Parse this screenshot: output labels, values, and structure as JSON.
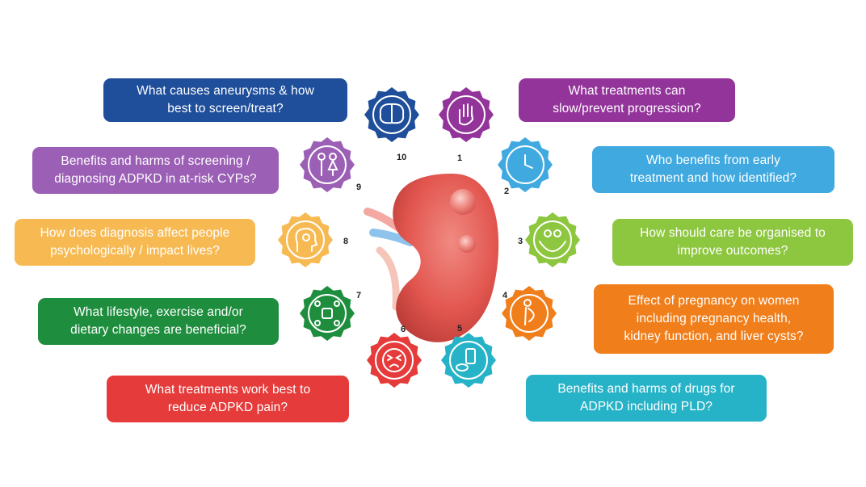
{
  "questions": [
    {
      "n": "1",
      "lines": [
        "What treatments can",
        "slow/prevent progression?"
      ],
      "color": "#93349A",
      "icon": "stop-hand-icon"
    },
    {
      "n": "2",
      "lines": [
        "Who benefits from early",
        "treatment and how identified?"
      ],
      "color": "#3FA9E0",
      "icon": "clock-icon"
    },
    {
      "n": "3",
      "lines": [
        "How should care be organised to",
        "improve outcomes?"
      ],
      "color": "#8DC63F",
      "icon": "care-hands-icon"
    },
    {
      "n": "4",
      "lines": [
        "Effect of pregnancy on women",
        "including pregnancy health,",
        "kidney function, and liver cysts?"
      ],
      "color": "#F07E1A",
      "icon": "pregnancy-icon"
    },
    {
      "n": "5",
      "lines": [
        "Benefits and harms of drugs for",
        "ADPKD including PLD?"
      ],
      "color": "#27B3C7",
      "icon": "pills-icon"
    },
    {
      "n": "6",
      "lines": [
        "What treatments work best to",
        "reduce ADPKD pain?"
      ],
      "color": "#E53B3B",
      "icon": "pain-face-icon"
    },
    {
      "n": "7",
      "lines": [
        "What lifestyle, exercise and/or",
        "dietary changes are beneficial?"
      ],
      "color": "#1E8E3E",
      "icon": "lifestyle-icon"
    },
    {
      "n": "8",
      "lines": [
        "How does diagnosis affect people",
        "psychologically / impact lives?"
      ],
      "color": "#F7BA53",
      "icon": "head-gear-icon"
    },
    {
      "n": "9",
      "lines": [
        "Benefits and harms of screening /",
        "diagnosing ADPKD in at-risk CYPs?"
      ],
      "color": "#9B5FB5",
      "icon": "children-icon"
    },
    {
      "n": "10",
      "lines": [
        "What causes aneurysms & how",
        "best to screen/treat?"
      ],
      "color": "#1F4E9A",
      "icon": "brain-icon"
    }
  ]
}
